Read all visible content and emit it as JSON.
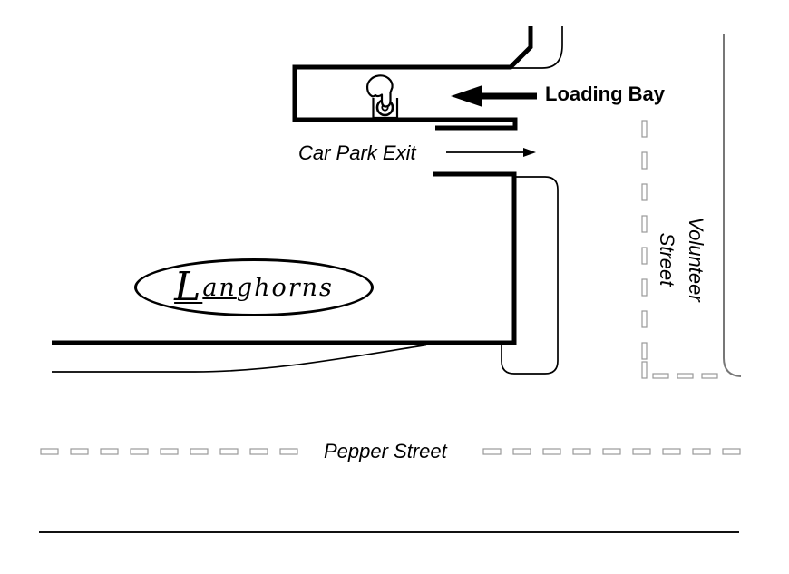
{
  "map": {
    "labels": {
      "loading_bay": "Loading Bay",
      "car_park_exit": "Car Park Exit",
      "pepper_street": "Pepper Street",
      "volunteer_street_line1": "Volunteer",
      "volunteer_street_line2": "Street"
    },
    "logo": {
      "initial": "L",
      "underlined": "an",
      "rest": "ghorns"
    },
    "icons": [
      {
        "name": "press-button-icon",
        "meaning": "hand pressing call button at loading bay"
      }
    ],
    "colors": {
      "line": "#000000",
      "dash_outline": "#999999",
      "street_edge": "#777777",
      "background": "#ffffff"
    }
  }
}
